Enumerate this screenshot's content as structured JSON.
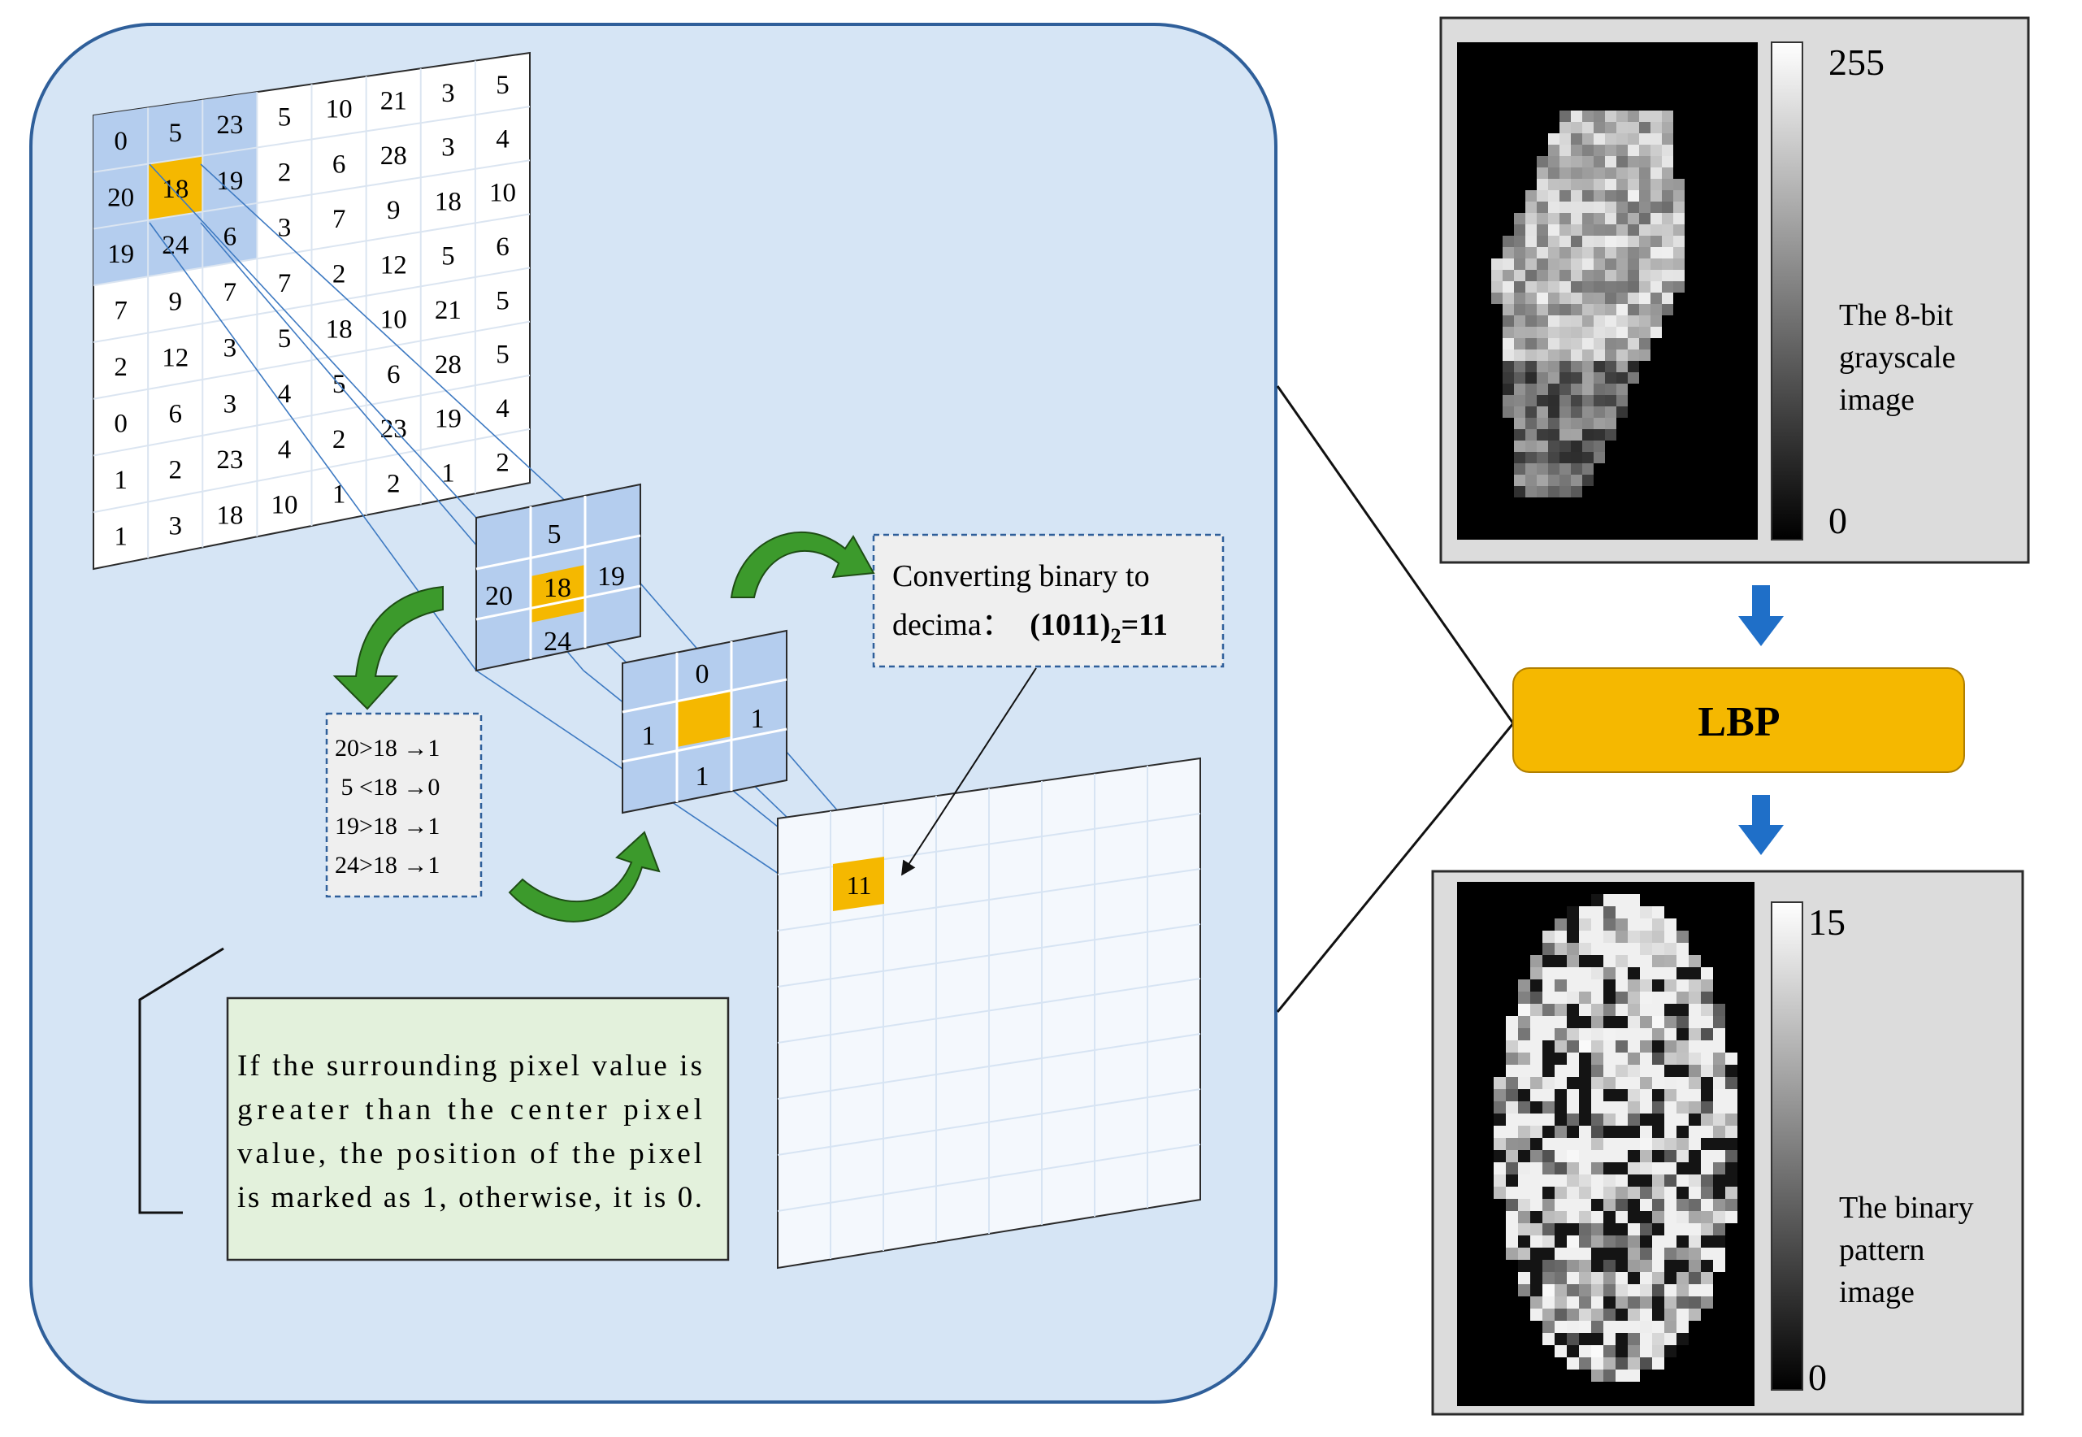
{
  "pixel_matrix": {
    "rows": [
      [
        "0",
        "5",
        "23",
        "5",
        "10",
        "21",
        "3",
        "5"
      ],
      [
        "20",
        "18",
        "19",
        "2",
        "6",
        "28",
        "3",
        "4"
      ],
      [
        "19",
        "24",
        "6",
        "3",
        "7",
        "9",
        "18",
        "10"
      ],
      [
        "7",
        "9",
        "7",
        "7",
        "2",
        "12",
        "5",
        "6"
      ],
      [
        "2",
        "12",
        "3",
        "5",
        "18",
        "10",
        "21",
        "5"
      ],
      [
        "0",
        "6",
        "3",
        "4",
        "5",
        "6",
        "28",
        "5"
      ],
      [
        "1",
        "2",
        "23",
        "4",
        "2",
        "23",
        "19",
        "4"
      ],
      [
        "1",
        "3",
        "18",
        "10",
        "1",
        "2",
        "1",
        "2"
      ]
    ]
  },
  "neighborhood": {
    "top": "5",
    "left": "20",
    "center": "18",
    "right": "19",
    "bottom": "24"
  },
  "binary_pattern": {
    "top": "0",
    "left": "1",
    "right": "1",
    "bottom": "1"
  },
  "comparisons": [
    "20>18 →1",
    " 5 <18 →0",
    "19>18 →1",
    "24>18 →1"
  ],
  "conversion": {
    "line1": "Converting binary to",
    "line2_prefix": "decima：",
    "binary": "(1011)",
    "subscript": "2",
    "result": "=11"
  },
  "output_value": "11",
  "rule_text": [
    "If the surrounding pixel value is",
    "greater than the center pixel",
    "value, the position of the pixel",
    "is marked as 1, otherwise, it is 0."
  ],
  "grayscale_panel": {
    "max_label": "255",
    "min_label": "0",
    "caption": [
      "The 8-bit",
      "grayscale",
      "image"
    ]
  },
  "lbp_label": "LBP",
  "binary_panel": {
    "max_label": "15",
    "min_label": "0",
    "caption": [
      "The binary",
      "pattern",
      "image"
    ]
  },
  "colors": {
    "panel_bg": "#d6e5f5",
    "panel_border": "#2f5f9a",
    "neighbor_blue": "#b4cdee",
    "center_orange": "#f5b800",
    "arrow_blue": "#1f6fc8",
    "arrow_green": "#3c9a2c",
    "note_green": "#e3f1dc",
    "gray_panel": "#dcdcdc"
  }
}
